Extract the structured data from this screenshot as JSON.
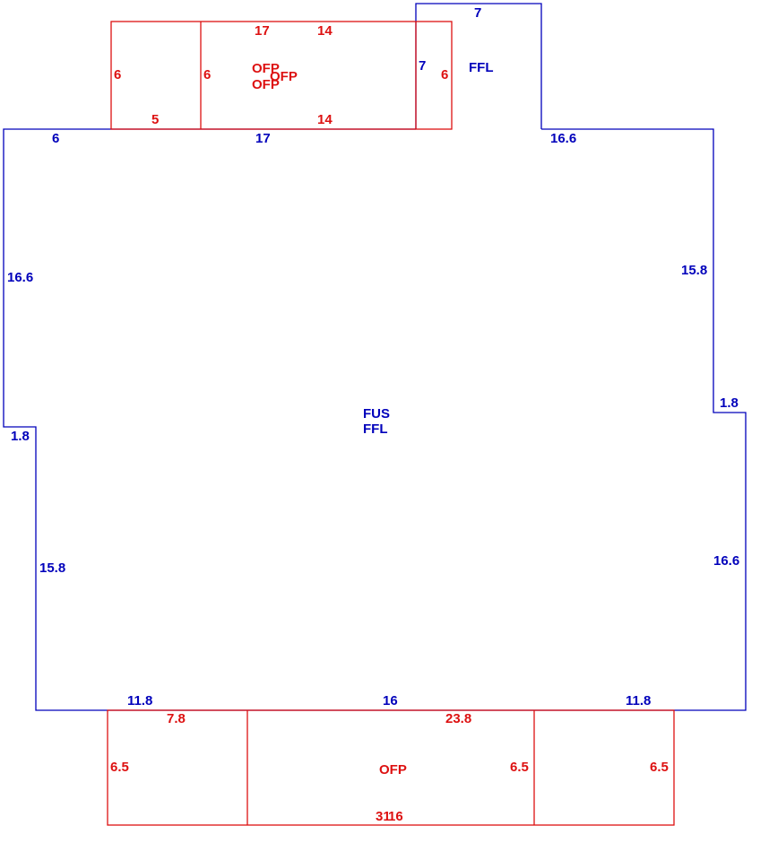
{
  "colors": {
    "living_area": "#0000bb",
    "porch": "#dd1111"
  },
  "main_area": {
    "code": "FUS",
    "code2": "FFL",
    "dims": {
      "top_left": "6",
      "top_mid": "17",
      "top_right": "16.6",
      "left_upper": "16.6",
      "left_step": "1.8",
      "left_lower": "15.8",
      "right_upper": "15.8",
      "right_step": "1.8",
      "right_lower": "16.6",
      "bottom_left": "11.8",
      "bottom_mid": "16",
      "bottom_right": "11.8"
    }
  },
  "top_addition": {
    "code": "FFL",
    "dims": {
      "top": "7",
      "left": "7"
    }
  },
  "top_porch": {
    "labels": [
      "OFP",
      "OFP",
      "OFP"
    ],
    "dims": {
      "top_a": "17",
      "top_b": "14",
      "left_outer": "6",
      "left_inner": "6",
      "right": "6",
      "bottom_a": "5",
      "bottom_b": "14"
    }
  },
  "bottom_porch": {
    "label": "OFP",
    "dims": {
      "top_left": "7.8",
      "top_right": "23.8",
      "left": "6.5",
      "mid_right": "6.5",
      "right": "6.5",
      "bottom_a": "31",
      "bottom_b": "16"
    }
  }
}
